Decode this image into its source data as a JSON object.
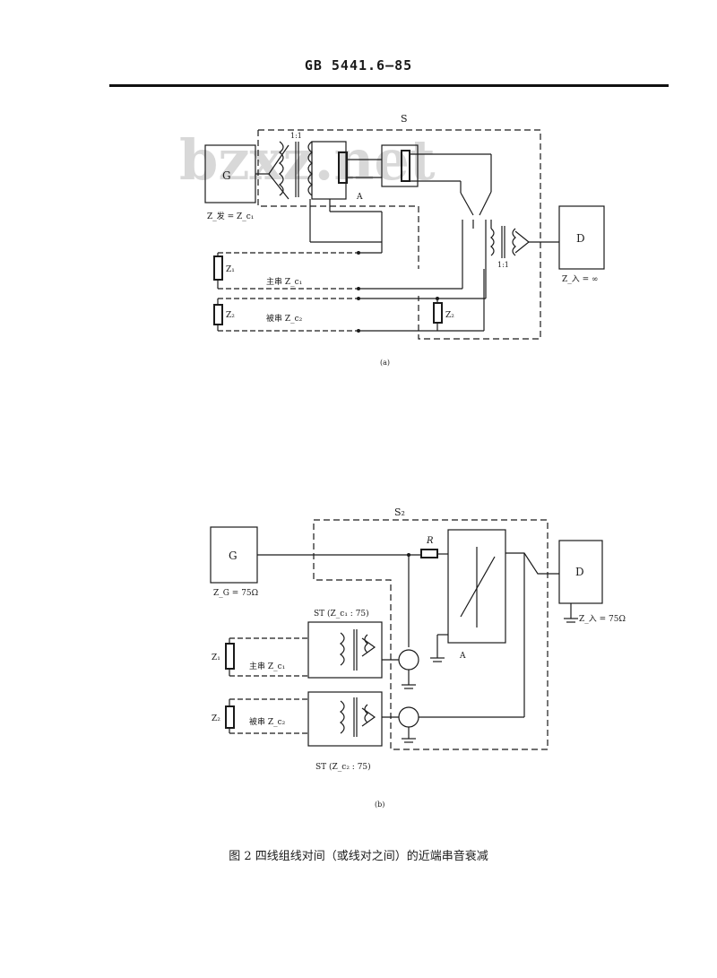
{
  "header": {
    "standard_number": "GB 5441.6—85"
  },
  "watermark": "bzxz.net",
  "figure_a": {
    "label": "(a)",
    "shield_label": "S",
    "generator_label": "G",
    "generator_impedance": "Z_发 = Z_c₁",
    "detector_label": "D",
    "detector_impedance": "Z_入 = ∞",
    "transformer_ratio_left": "1:1",
    "transformer_ratio_right": "1:1",
    "attenuator_label": "A",
    "z1_label": "Z₁",
    "z2_label": "Z₂",
    "z2_right_label": "Z₂",
    "main_line_label": "主串 Z_c₁",
    "victim_line_label": "被串 Z_c₂"
  },
  "figure_b": {
    "label": "(b)",
    "shield_label": "S₂",
    "generator_label": "G",
    "generator_impedance": "Z_G = 75Ω",
    "detector_label": "D",
    "detector_impedance": "Z_入 = 75Ω",
    "resistor_label": "R",
    "attenuator_label": "A",
    "st_top_label": "ST (Z_c₁ : 75)",
    "st_bottom_label": "ST (Z_c₂ : 75)",
    "z1_label": "Z₁",
    "z2_label": "Z₂",
    "main_line_label": "主串 Z_c₁",
    "victim_line_label": "被串 Z_c₂"
  },
  "caption": "图 2 四线组线对间（或线对之间）的近端串音衰减"
}
